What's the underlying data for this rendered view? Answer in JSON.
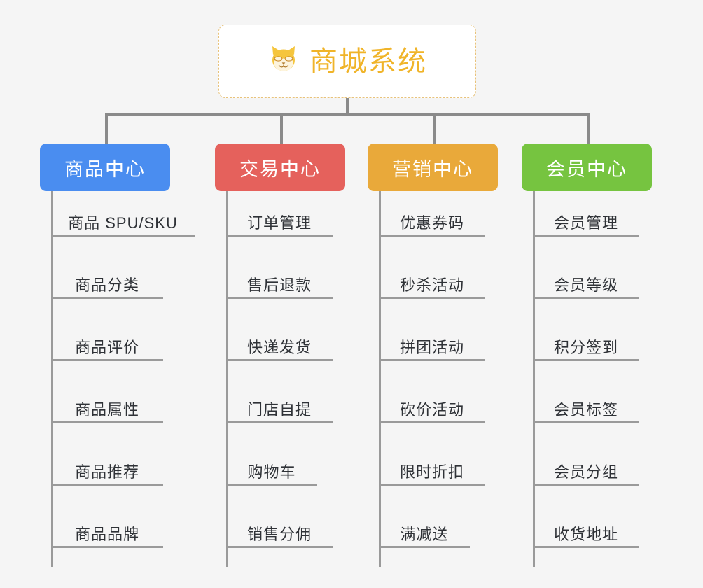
{
  "diagram": {
    "title": "商城系统",
    "root": {
      "label": "商城系统",
      "icon": "shiba-dog-icon",
      "text_color": "#f0b429",
      "border_color": "#e8c27a",
      "background": "#ffffff"
    },
    "connector_color": "#8a8a8a",
    "canvas_background": "#f5f5f5",
    "branches": [
      {
        "label": "商品中心",
        "color": "#4a8df0",
        "items": [
          "商品 SPU/SKU",
          "商品分类",
          "商品评价",
          "商品属性",
          "商品推荐",
          "商品品牌"
        ]
      },
      {
        "label": "交易中心",
        "color": "#e5615c",
        "items": [
          "订单管理",
          "售后退款",
          "快递发货",
          "门店自提",
          "购物车",
          "销售分佣"
        ]
      },
      {
        "label": "营销中心",
        "color": "#e9a93a",
        "items": [
          "优惠券码",
          "秒杀活动",
          "拼团活动",
          "砍价活动",
          "限时折扣",
          "满减送"
        ]
      },
      {
        "label": "会员中心",
        "color": "#76c440",
        "items": [
          "会员管理",
          "会员等级",
          "积分签到",
          "会员标签",
          "会员分组",
          "收货地址"
        ]
      }
    ]
  }
}
